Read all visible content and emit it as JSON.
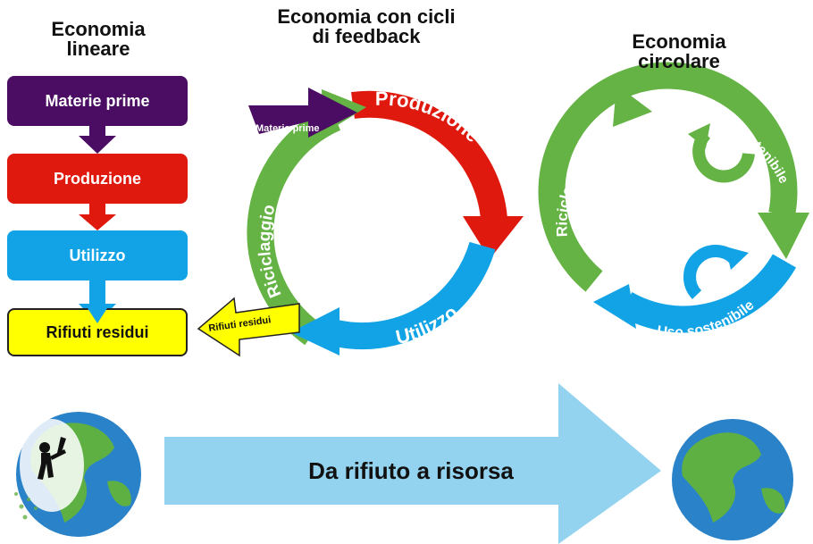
{
  "linear": {
    "title_line1": "Economia",
    "title_line2": "lineare",
    "boxes": [
      "Materie prime",
      "Produzione",
      "Utilizzo",
      "Rifiuti residui"
    ]
  },
  "feedback": {
    "title_line1": "Economia con cicli",
    "title_line2": "di feedback",
    "labels": {
      "materie_prime": "Materie prime",
      "produzione": "Produzione",
      "utilizzo": "Utilizzo",
      "riciclaggio": "Riciclaggio",
      "rifiuti_residui": "Rifiuti residui"
    }
  },
  "circular": {
    "title_line1": "Economia",
    "title_line2": "circolare",
    "labels": {
      "riciclaggio": "Riciclaggio",
      "produzione_sostenibile": "Produzione sostenibile",
      "uso_sostenibile": "Uso sostenibile"
    }
  },
  "bottom": {
    "arrow_label": "Da rifiuto a risorsa"
  },
  "colors": {
    "purple": "#4a0d63",
    "red": "#e0190f",
    "blue": "#12a3e6",
    "yellow": "#ffff00",
    "green": "#65b345",
    "light_blue": "#94d3f0",
    "ocean": "#2a82c8",
    "land": "#5fb043"
  }
}
